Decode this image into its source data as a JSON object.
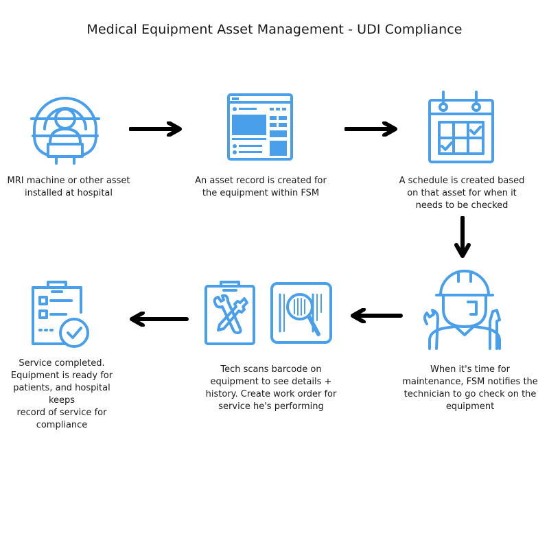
{
  "title": "Medical Equipment Asset Management - UDI Compliance",
  "colors": {
    "accent": "#4a9fea",
    "arrow": "#000000",
    "text": "#1a1a1a"
  },
  "steps": [
    {
      "icon": "mri-machine-icon",
      "caption": "MRI machine or other asset\ninstalled at hospital"
    },
    {
      "icon": "asset-record-icon",
      "caption": "An asset record is created for\nthe equipment within FSM"
    },
    {
      "icon": "calendar-schedule-icon",
      "caption": "A schedule is created based\non that asset for when it\nneeds to be checked"
    },
    {
      "icon": "technician-icon",
      "caption": "When it's time for\nmaintenance, FSM notifies the\ntechnician to go check on the\nequipment"
    },
    {
      "icon": "clipboard-tools-barcode-icon",
      "caption": "Tech scans barcode on\nequipment to see details +\nhistory. Create work order for\nservice he's performing"
    },
    {
      "icon": "checklist-complete-icon",
      "caption": "Service completed.\nEquipment is ready for\npatients, and hospital keeps\nrecord of service for\ncompliance"
    }
  ]
}
